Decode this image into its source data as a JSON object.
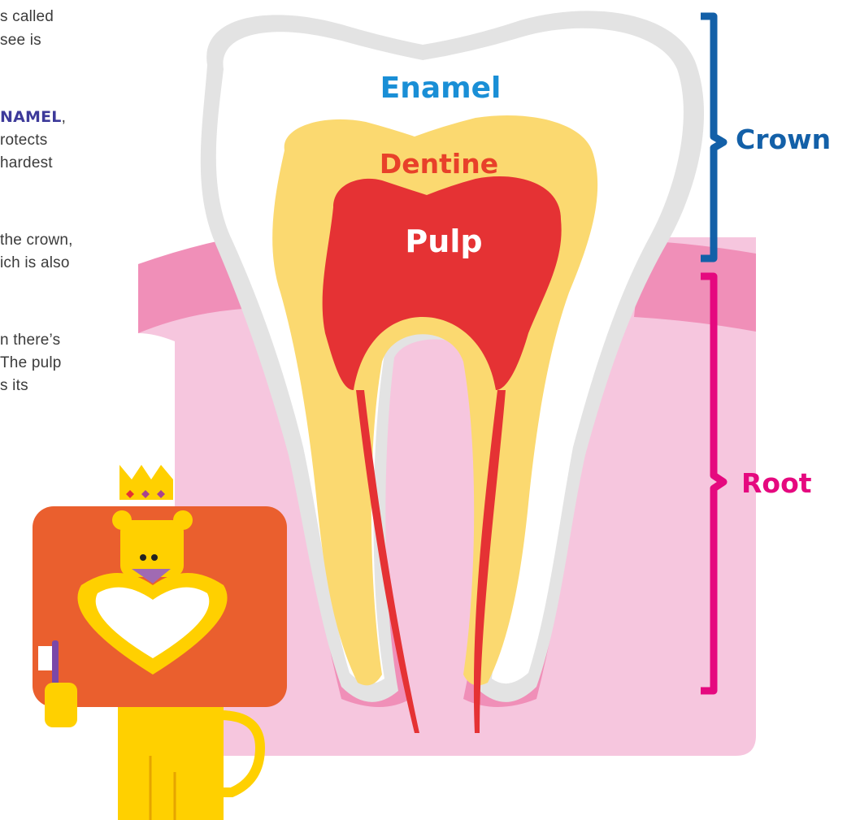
{
  "text_fragments": [
    {
      "text": "s called"
    },
    {
      "text": " see is"
    },
    {
      "bold": "NAMEL",
      "after": ","
    },
    {
      "text": "rotects"
    },
    {
      "text": "hardest"
    },
    {
      "text": "the crown,"
    },
    {
      "text": "ich is also"
    },
    {
      "text": "n there’s"
    },
    {
      "text": "The pulp"
    },
    {
      "text": "s its"
    }
  ],
  "labels": {
    "enamel": "Enamel",
    "dentine": "Dentine",
    "pulp": "Pulp",
    "crown": "Crown",
    "root": "Root"
  },
  "colors": {
    "enamel_label": "#1a8fd6",
    "dentine_label": "#e8412a",
    "pulp_label": "#ffffff",
    "crown_bracket": "#1360a8",
    "root_bracket": "#e5097f",
    "pulp": "#e53234",
    "dentine": "#fbd970",
    "enamel": "#ffffff",
    "enamel_outline": "#e3e3e3",
    "gum": "#f08fb8",
    "gum_light": "#f7c9df",
    "bone": "#f6c6de",
    "character_body": "#ffd000",
    "sign": "#ea5f2e",
    "emphasis_text": "#3d3a9a"
  }
}
